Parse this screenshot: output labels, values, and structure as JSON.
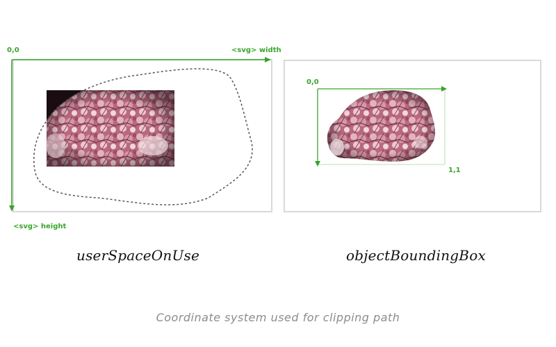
{
  "labels": {
    "origin_left": "0,0",
    "svg_width": "<svg> width",
    "svg_height": "<svg> height",
    "origin_right": "0,0",
    "one_one": "1,1"
  },
  "captions": {
    "left": "userSpaceOnUse",
    "right": "objectBoundingBox"
  },
  "figure_caption": "Coordinate system used for clipping path",
  "colors": {
    "axis_green": "#38a52b",
    "panel_border": "#d9d9d9",
    "dashed_path": "#555555",
    "blossom_pink": "#c27a8f"
  }
}
